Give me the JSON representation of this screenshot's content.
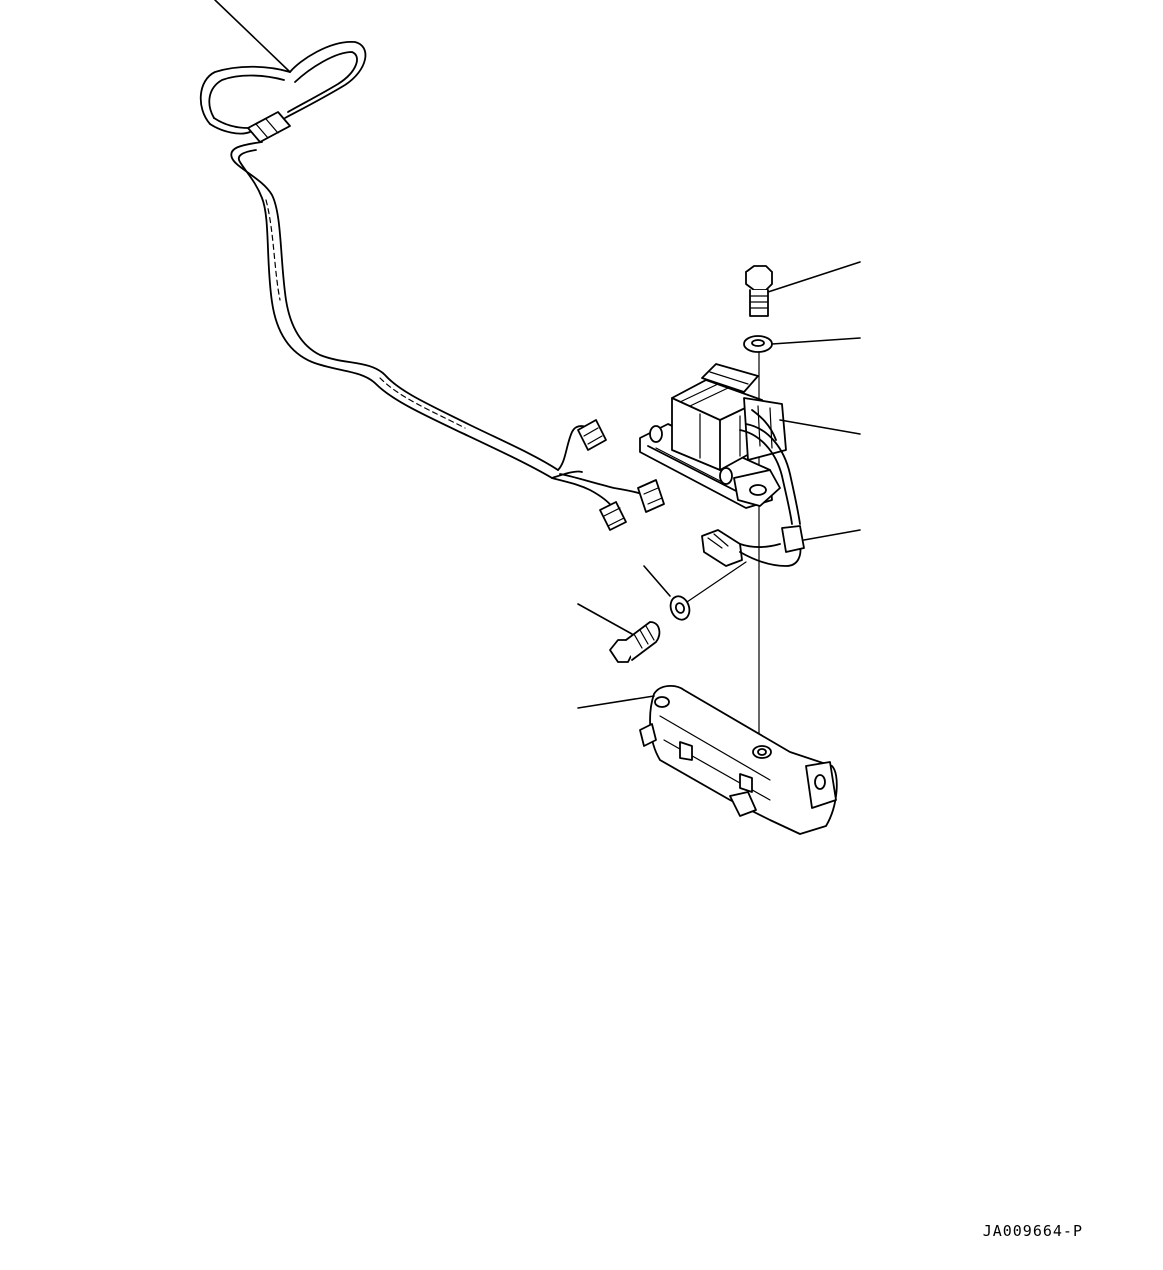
{
  "figure": {
    "id_label": "JA009664-P"
  },
  "parts": [
    {
      "name": "wiring-harness"
    },
    {
      "name": "bolt-upper"
    },
    {
      "name": "washer-upper"
    },
    {
      "name": "solenoid-assembly"
    },
    {
      "name": "harness-connector"
    },
    {
      "name": "washer-lower"
    },
    {
      "name": "bolt-lower"
    },
    {
      "name": "mounting-bracket"
    }
  ],
  "colors": {
    "line": "#000000",
    "background": "#ffffff"
  }
}
